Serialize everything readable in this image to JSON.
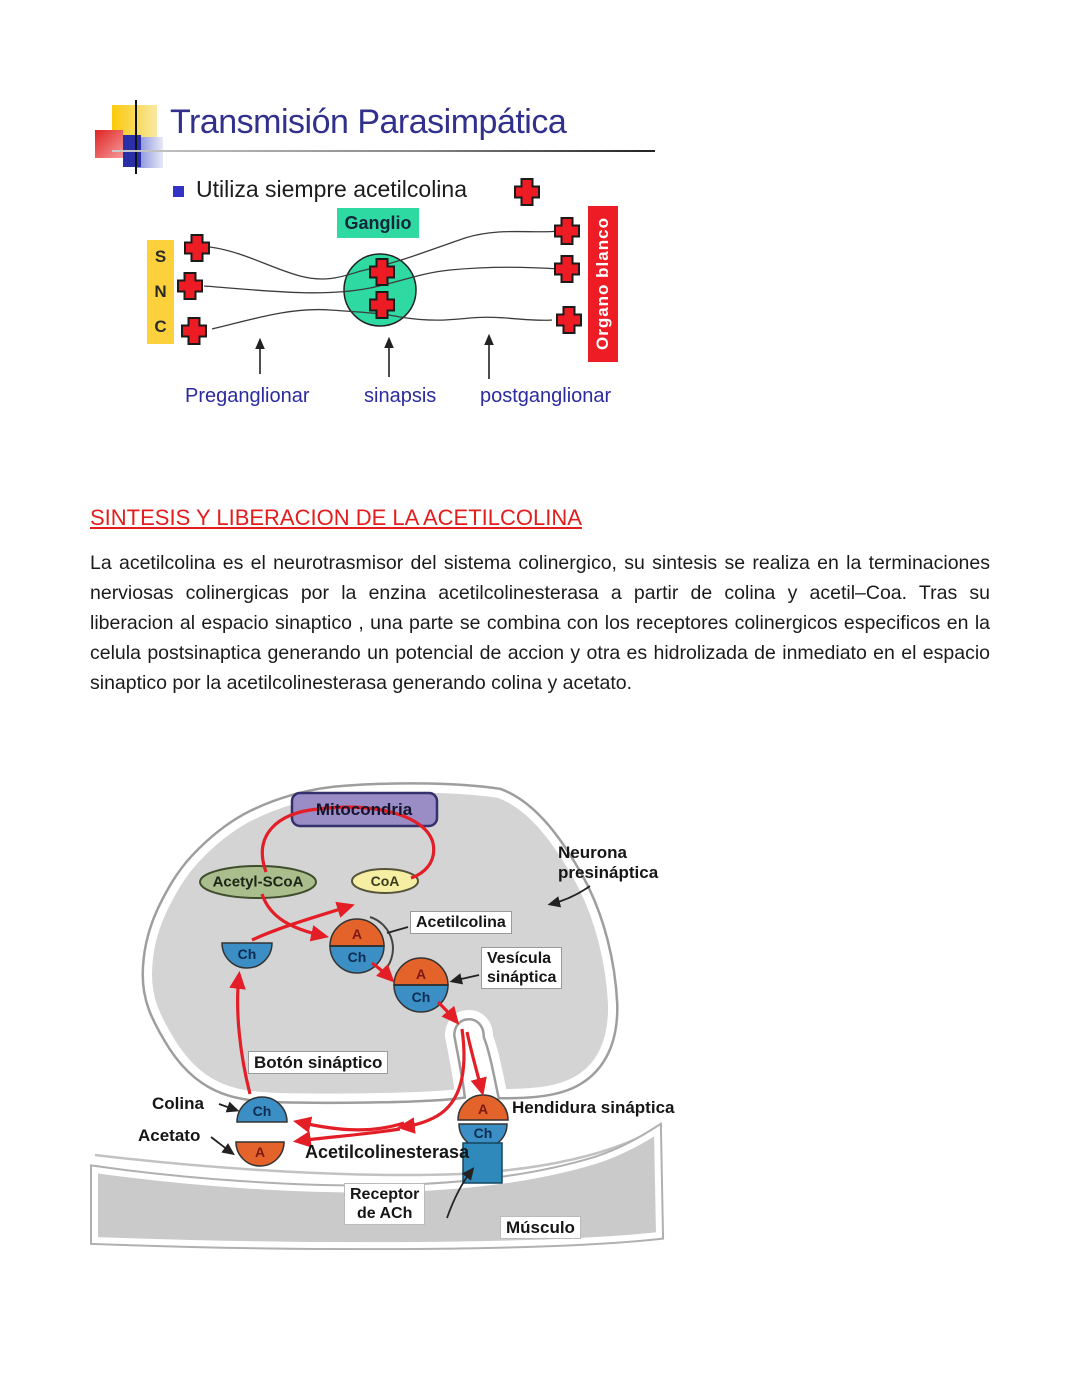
{
  "slide": {
    "title": "Transmisión Parasimpática",
    "bullet_text": "Utiliza siempre acetilcolina",
    "diagram": {
      "snc": [
        "S",
        "N",
        "C"
      ],
      "ganglio": "Ganglio",
      "organo_blanco": "Organo blanco",
      "caption_pre": "Preganglionar",
      "caption_sin": "sinapsis",
      "caption_post": "postganglionar"
    }
  },
  "section": {
    "heading": "SINTESIS Y LIBERACION DE LA ACETILCOLINA",
    "paragraph": "La acetilcolina es el neurotrasmisor del sistema colinergico, su sintesis se realiza en la terminaciones nerviosas colinergicas por la enzina acetilcolinesterasa a partir de colina y acetil–Coa. Tras su liberacion al espacio sinaptico , una parte se combina con los receptores colinergicos especificos en la celula postsinaptica generando un potencial de accion y otra es hidrolizada de inmediato en el espacio sinaptico por la acetilcolinesterasa generando colina y acetato."
  },
  "figure": {
    "mitocondria": "Mitocondria",
    "acetyl_scoa": "Acetyl-SCoA",
    "coa": "CoA",
    "acetilcolina": "Acetilcolina",
    "vesicula": "Vesícula\nsináptica",
    "neurona": "Neurona\npresináptica",
    "boton": "Botón sináptico",
    "colina": "Colina",
    "acetato": "Acetato",
    "acetilcolinesterasa": "Acetilcolinesterasa",
    "hendidura": "Hendidura sináptica",
    "receptor_ach": "Receptor\nde ACh",
    "musculo": "Músculo",
    "label_a": "A",
    "label_ch": "Ch"
  },
  "colors": {
    "title_navy": "#31308d",
    "caption_blue": "#2b2b9e",
    "heading_red": "#e31d1d",
    "cross_red": "#ed1c24",
    "ganglio_green": "#2ed9a2",
    "organo_red": "#ee1c24",
    "snc_yellow": "#fcd13c",
    "neuron_gray": "#d4d4d4",
    "muscle_gray": "#cacaca",
    "mito_purple": "#9a8cc4",
    "acetyl_green": "#a9bd8d",
    "coa_yellow": "#f6efa3",
    "mol_orange": "#e4632a",
    "mol_blue": "#3b8fc4",
    "arrow_red": "#e31e26"
  }
}
